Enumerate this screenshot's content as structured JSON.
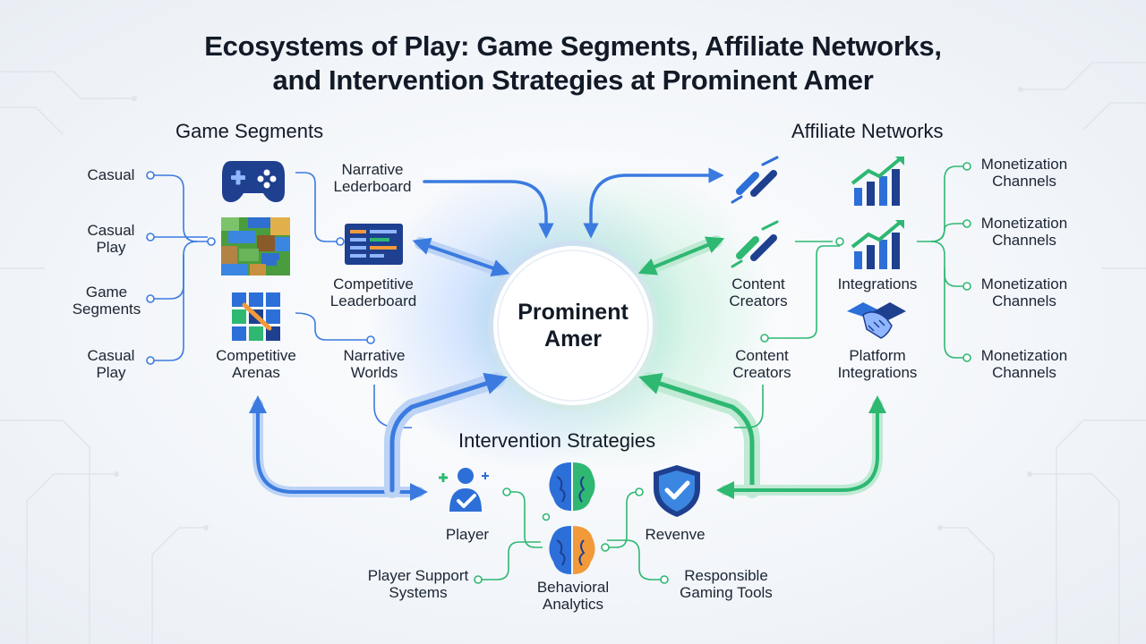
{
  "title": {
    "line1": "Ecosystems of Play: Game Segments, Affiliate Networks,",
    "line2": "and Intervention Strategies at Prominent Amer"
  },
  "center": {
    "line1": "Prominent",
    "line2": "Amer"
  },
  "sections": {
    "game_segments": "Game Segments",
    "affiliate_networks": "Affiliate Networks",
    "intervention_strategies": "Intervention Strategies"
  },
  "game_segments": {
    "left_labels": [
      {
        "line1": "Casual",
        "line2": ""
      },
      {
        "line1": "Casual",
        "line2": "Play"
      },
      {
        "line1": "Game",
        "line2": "Segments"
      },
      {
        "line1": "Casual",
        "line2": "Play"
      }
    ],
    "icon_labels": {
      "competitive_arenas": {
        "line1": "Competitive",
        "line2": "Arenas"
      }
    },
    "right_labels": {
      "narrative_lederboard": {
        "line1": "Narrative",
        "line2": "Lederboard"
      },
      "competitive_leaderboard": {
        "line1": "Competitive",
        "line2": "Leaderboard"
      },
      "narrative_worlds": {
        "line1": "Narrative",
        "line2": "Worlds"
      }
    }
  },
  "affiliate_networks": {
    "content_creators_1": {
      "line1": "Content",
      "line2": "Creators"
    },
    "content_creators_2": {
      "line1": "Content",
      "line2": "Creators"
    },
    "integrations": "Integrations",
    "platform_integrations": {
      "line1": "Platform",
      "line2": "Integrations"
    },
    "right_labels": [
      {
        "line1": "Monetization",
        "line2": "Channels"
      },
      {
        "line1": "Monetization",
        "line2": "Channels"
      },
      {
        "line1": "Monetization",
        "line2": "Channels"
      },
      {
        "line1": "Monetization",
        "line2": "Channels"
      }
    ]
  },
  "intervention": {
    "player": "Player",
    "revenve": "Revenve",
    "player_support": {
      "line1": "Player Support",
      "line2": "Systems"
    },
    "behavioral_analytics": {
      "line1": "Behavioral",
      "line2": "Analytics"
    },
    "responsible_gaming": {
      "line1": "Responsible",
      "line2": "Gaming Tools"
    }
  },
  "colors": {
    "blue": "#3b7be0",
    "green": "#2eb872",
    "dark_navy": "#1f3a7a",
    "text": "#16202e"
  },
  "icons": {
    "gamepad": "gamepad-icon",
    "map": "pixel-map-icon",
    "arenas": "competitive-arenas-icon",
    "leaderboard": "leaderboard-screen-icon",
    "chain": "chain-link-icon",
    "growth": "growth-chart-icon",
    "handshake": "handshake-icon",
    "player": "player-check-icon",
    "brain": "brain-icon",
    "shield": "shield-check-icon"
  }
}
